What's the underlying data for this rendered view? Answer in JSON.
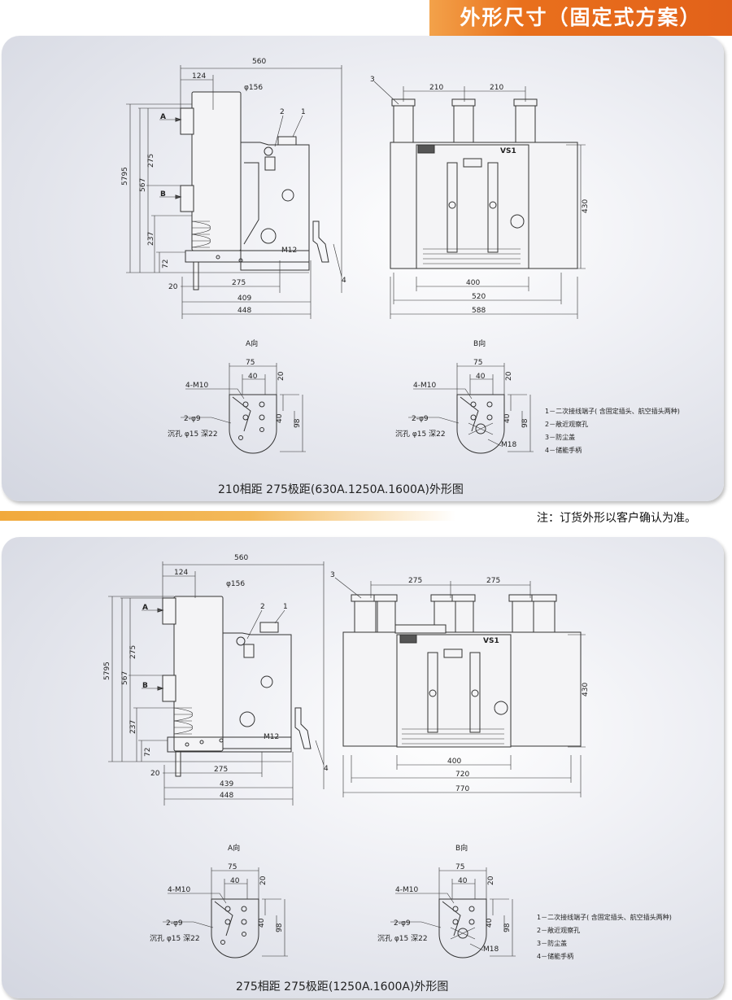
{
  "header": {
    "title": "外形尺寸（固定式方案）"
  },
  "note": "注：订货外形以客户确认为准。",
  "legend": [
    "1－二次接线端子( 含固定插头、航空插头两种)",
    "2－敞近观察孔",
    "3－防尘盖",
    "4－储能手柄"
  ],
  "sections": [
    {
      "caption": "210相距 275极距(630A.1250A.1600A)外形图",
      "side": {
        "d560": "560",
        "d124": "124",
        "phi156": "φ156",
        "h5795": "5795",
        "h567": "567",
        "h275": "275",
        "h237": "237",
        "h72": "72",
        "d20": "20",
        "d275": "275",
        "d_mid": "409",
        "d448": "448",
        "label_a": "A",
        "label_b": "B",
        "call1": "1",
        "call2": "2",
        "call4": "4",
        "m12": "M12"
      },
      "front": {
        "pitch1": "210",
        "pitch2": "210",
        "h430": "430",
        "w400": "400",
        "w_mid": "520",
        "w_total": "588",
        "call3": "3",
        "brand": "VS1"
      },
      "detail_a": {
        "title": "A向",
        "d75": "75",
        "d40": "40",
        "d20": "20",
        "d40v": "40",
        "d98": "98",
        "m10": "4-M10",
        "phi9": "2-φ9",
        "hole": "沉孔 φ15 深22"
      },
      "detail_b": {
        "title": "B向",
        "d75": "75",
        "d40": "40",
        "d20": "20",
        "d40v": "40",
        "d98": "98",
        "m10": "4-M10",
        "phi9": "2-φ9",
        "hole": "沉孔 φ15 深22",
        "m18": "M18"
      }
    },
    {
      "caption": "275相距 275极距(1250A.1600A)外形图",
      "side": {
        "d560": "560",
        "d124": "124",
        "phi156": "φ156",
        "h5795": "5795",
        "h567": "567",
        "h275": "275",
        "h237": "237",
        "h72": "72",
        "d20": "20",
        "d275": "275",
        "d_mid": "439",
        "d448": "448",
        "label_a": "A",
        "label_b": "B",
        "call1": "1",
        "call2": "2",
        "call4": "4",
        "m12": "M12"
      },
      "front": {
        "pitch1": "275",
        "pitch2": "275",
        "h430": "430",
        "w400": "400",
        "w_mid": "720",
        "w_total": "770",
        "call3": "3",
        "brand": "VS1"
      },
      "detail_a": {
        "title": "A向",
        "d75": "75",
        "d40": "40",
        "d20": "20",
        "d40v": "40",
        "d98": "98",
        "m10": "4-M10",
        "phi9": "2-φ9",
        "hole": "沉孔 φ15 深22"
      },
      "detail_b": {
        "title": "B向",
        "d75": "75",
        "d40": "40",
        "d20": "20",
        "d40v": "40",
        "d98": "98",
        "m10": "4-M10",
        "phi9": "2-φ9",
        "hole": "沉孔 φ15 深22",
        "m18": "M18"
      }
    }
  ]
}
